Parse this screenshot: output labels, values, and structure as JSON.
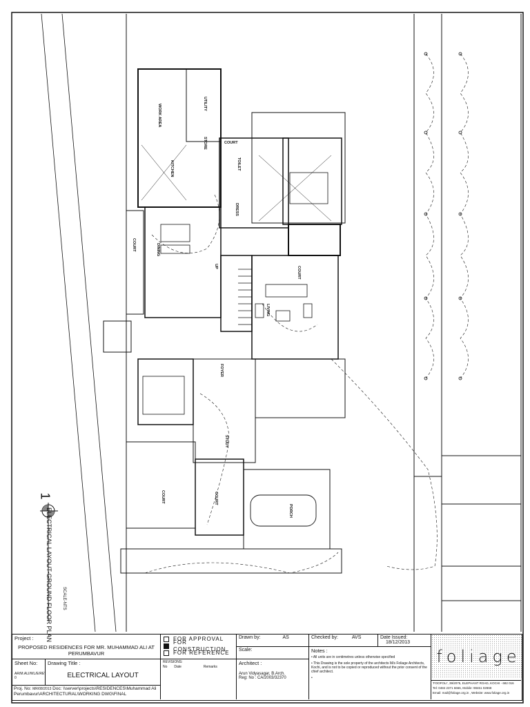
{
  "drawing": {
    "number": "1",
    "title": "ELECTRICAL LAYOUT-GROUND FLOOR PLAN",
    "scale": "SCALE-NTS",
    "rooms": [
      "UTILITY",
      "WORK AREA",
      "STORE",
      "KITCHEN",
      "COURT",
      "TOILET",
      "DRESS",
      "DINING",
      "COURT",
      "LIVING",
      "COURT",
      "FOYER",
      "STUDY",
      "COURT",
      "PORCH",
      "COURT",
      "UP"
    ]
  },
  "title_block": {
    "project_label": "Project :",
    "project": "PROPOSED RESIDENCES  FOR MR.  MUHAMMAD  ALI AT PERUMBAVUR",
    "status": [
      {
        "label": "FOR APPROVAL",
        "checked": false
      },
      {
        "label": "FOR CONSTRUCTION",
        "checked": true
      },
      {
        "label": "FOR REFERENCE",
        "checked": false
      }
    ],
    "drawn_by_label": "Drawn by:",
    "drawn_by": "AS",
    "checked_by_label": "Checked by:",
    "checked_by": "AVS",
    "date_label": "Date Issued:",
    "date": "18/12/2013",
    "scale_label": "Scale:",
    "sheet_label": "Sheet No:",
    "sheet": "AR/M.ALI/WL/E/REV-0",
    "drawing_title_label": "Drawing Title :",
    "drawing_title": "ELECTRICAL LAYOUT",
    "revisions_label": "REVISIONS:",
    "rev_cols": [
      "No",
      "Date",
      "Remarks"
    ],
    "proj_no_label": "Proj. No:",
    "proj_no": "MR/08/2013",
    "doc_label": "Doc:",
    "doc": "\\\\server\\projects\\RESIDENCES\\Muhammad Ali Perumbavur\\ARCHITECTURAL\\WORKING DWG\\FINAL",
    "architect_label": "Architect :",
    "architect": "Arun Vidyasagar, B.Arch.",
    "reg_no": "Reg: No : CA/2003/32370",
    "notes_label": "Notes :",
    "notes": [
      "• All units are in centimetres unless otherwise specified",
      "• This Drawing is the sole property of the architects M/s Foliage Architects, Kochi, and is not to be copied or reproduced without the prior consent of the chief architect.",
      "•"
    ],
    "logo": "foliage",
    "address": "'FOOFOLI', 39/2075, ELEPHANT ROAD, KOCHI - 682 016",
    "contact": "Tel: 0484 2371 6666,  Mobile: 98461 02868",
    "web": "Email: mail@foliage.org.in ,  Website: www.foliage.org.in"
  }
}
